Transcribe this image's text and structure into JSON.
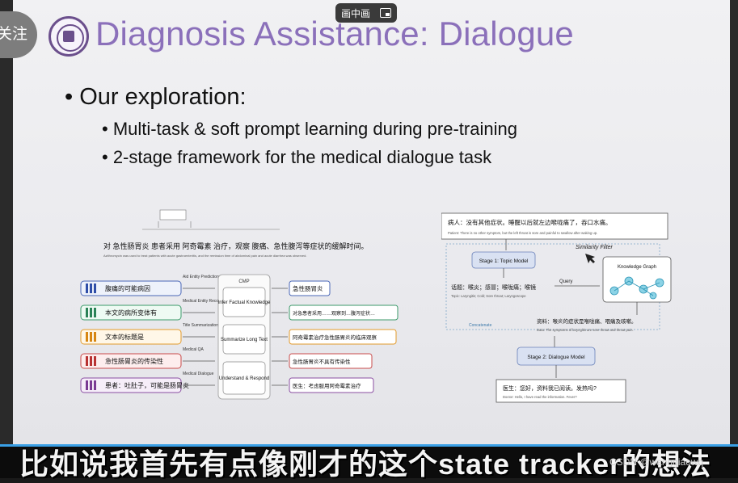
{
  "player": {
    "follow_button": "关注",
    "pip_label": "画中画"
  },
  "slide": {
    "title": "Diagnosis Assistance: Dialogue",
    "bullet_main": "• Our exploration:",
    "sub_bullets": [
      "• Multi-task & soft prompt learning during pre-training",
      "• 2-stage framework for the medical dialogue task"
    ],
    "left_figure": {
      "top_sentence": "对 急性肠胃炎 患者采用 阿奇霉素 治疗，观察 腹痛、急性腹泻等症状的缓解时间。",
      "top_sentence_en": "Azithromycin was used to treat patients with acute gastroenteritis, and the remission time of abdominal pain and acute diarrhea was observed.",
      "center_box_title": "CMP",
      "center_modules": [
        "Infer Factual Knowledge",
        "Summarize Long Text",
        "Understand & Respond"
      ],
      "inputs": [
        "腹痛的可能病因",
        "本文的病所变体有",
        "文本的标题是",
        "急性肠胃炎的传染性",
        "患者：吐肚子，可能是肠胃炎"
      ],
      "tasks": [
        "Aid Entity Prediction",
        "Medical Entity Recognition",
        "Title Summarization",
        "Medical QA",
        "Medical Dialogue"
      ],
      "outputs": [
        "急性肠胃炎",
        "对急患者采用……观察到…腹泻症状…",
        "阿奇霉素治疗急性肠胃炎的临床观察",
        "急性肠胃炎不具有传染性",
        "医生：考虑服用阿奇霉素治疗"
      ]
    },
    "right_figure": {
      "patient": "病人：没有其他症状。睡醒以后就左边喉咙痛了，吞口水痛。",
      "patient_en": "Patient: There is no other symptom, but the left throat is sore and painful to swallow after waking up.",
      "similarity_filter": "Similarity Filter",
      "stage1": "Stage 1: Topic Model",
      "knowledge_graph": "Knowledge Graph",
      "query": "Query",
      "topic": "话题：喉炎；感冒；喉咙痛；喉镜",
      "topic_en": "Topic: Laryngitis; Cold; Sore throat; Laryngoscope",
      "concatenate": "Concatenate",
      "material": "资料：喉炎的症状是喉咙痛、咽痛及咳嗽。",
      "material_en": "Data: The symptoms of laryngitis are sore throat and throat pain.",
      "stage2": "Stage 2: Dialogue Model",
      "doctor": "医生：您好，资料我已阅读。发热吗?",
      "doctor_en": "Doctor: Hello, I have read the information. Fever?"
    }
  },
  "subtitle": "比如说我首先有点像刚才的这个state tracker的想法",
  "watermark": "CSDN @wangqiaowq",
  "colors": {
    "title": "#8b70ba",
    "subtitle_bar": "#3aa0e6"
  }
}
